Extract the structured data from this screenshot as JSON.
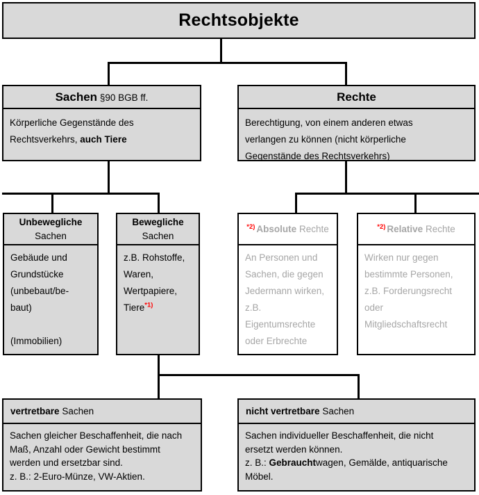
{
  "diagram": {
    "title": "Rechtsobjekte",
    "root": {
      "label": "Rechtsobjekte"
    },
    "level2": {
      "sachen": {
        "head_bold": "Sachen",
        "head_regular": "§90 BGB ff.",
        "body_line1": "Körperliche Gegenstände des",
        "body_line2_regular": "Rechtsverkehrs, ",
        "body_line2_bold": "auch Tiere"
      },
      "rechte": {
        "head_bold": "Rechte",
        "body_line1": "Berechtigung, von einem anderen etwas",
        "body_line2": "verlangen zu können (nicht körperliche",
        "body_line3": "Gegenstände des Rechtsverkehrs)"
      }
    },
    "level3": {
      "unbewegliche": {
        "head_bold": "Unbewegliche",
        "head_regular": "Sachen",
        "body_lines": [
          "Gebäude und",
          "Grundstücke",
          "(unbebaut/be-",
          "baut)",
          "",
          "(Immobilien)"
        ]
      },
      "bewegliche": {
        "head_bold": "Bewegliche",
        "head_regular": "Sachen",
        "body_lines": [
          "z.B. Rohstoffe,",
          "Waren,",
          "Wertpapiere,",
          "Tiere"
        ],
        "footnote_marker": "*1)"
      },
      "absolute": {
        "marker": "*2)",
        "head_bold": "Absolute",
        "head_regular": "Rechte",
        "body_lines": [
          "An Personen und",
          "Sachen, die gegen",
          "Jedermann wirken,",
          "z.B.",
          "Eigentumsrechte",
          "oder Erbrechte"
        ]
      },
      "relative": {
        "marker": "*2)",
        "head_bold": "Relative",
        "head_regular": "Rechte",
        "body_lines": [
          "Wirken nur gegen",
          "bestimmte Personen,",
          "z.B. Forderungsrecht",
          "oder",
          "Mitgliedschaftsrecht"
        ]
      }
    },
    "level4": {
      "vertretbare": {
        "head_bold": "vertretbare",
        "head_regular": "Sachen",
        "body_lines": [
          "Sachen gleicher Beschaffenheit, die nach",
          "Maß, Anzahl oder Gewicht bestimmt",
          "werden und ersetzbar sind.",
          "z. B.: 2-Euro-Münze, VW-Aktien."
        ]
      },
      "nicht_vertretbare": {
        "head_bold": "nicht vertretbare",
        "head_regular": "Sachen",
        "body_line1": "Sachen individueller Beschaffenheit, die nicht",
        "body_line2": "ersetzt werden können.",
        "body_line3_pre": "z. B.: ",
        "body_line3_bold": "Gebraucht",
        "body_line3_post": "wagen, Gemälde, antiquarische",
        "body_line4": "Möbel."
      }
    },
    "colors": {
      "box_fill": "#d9d9d9",
      "box_fill_white": "#ffffff",
      "border": "#000000",
      "text": "#000000",
      "muted_text": "#a6a6a6",
      "marker_red": "#ff0000"
    }
  }
}
